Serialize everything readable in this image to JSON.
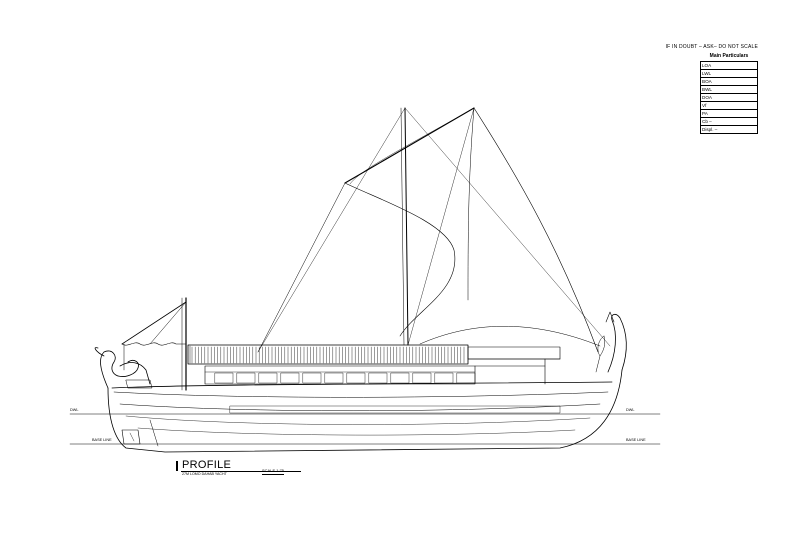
{
  "notes": {
    "disclaimer": "IF IN DOUBT – ASK– DO NOT SCALE"
  },
  "particulars": {
    "heading": "Main Particulars",
    "rows": [
      "LOA",
      "LWL",
      "BOA",
      "BWL",
      "DOA",
      "Vf",
      "PA",
      "Cb    –",
      "Displ.    –"
    ]
  },
  "drawing_title": {
    "title": "PROFILE",
    "subtitle": "27M LOMO DAHAB YACHT",
    "scale": "SCALE  1:75"
  },
  "waterline_labels": {
    "left": "DWL",
    "right": "DWL"
  },
  "baseline_labels": {
    "left": "BASE LINE",
    "right": "BASE LINE"
  }
}
